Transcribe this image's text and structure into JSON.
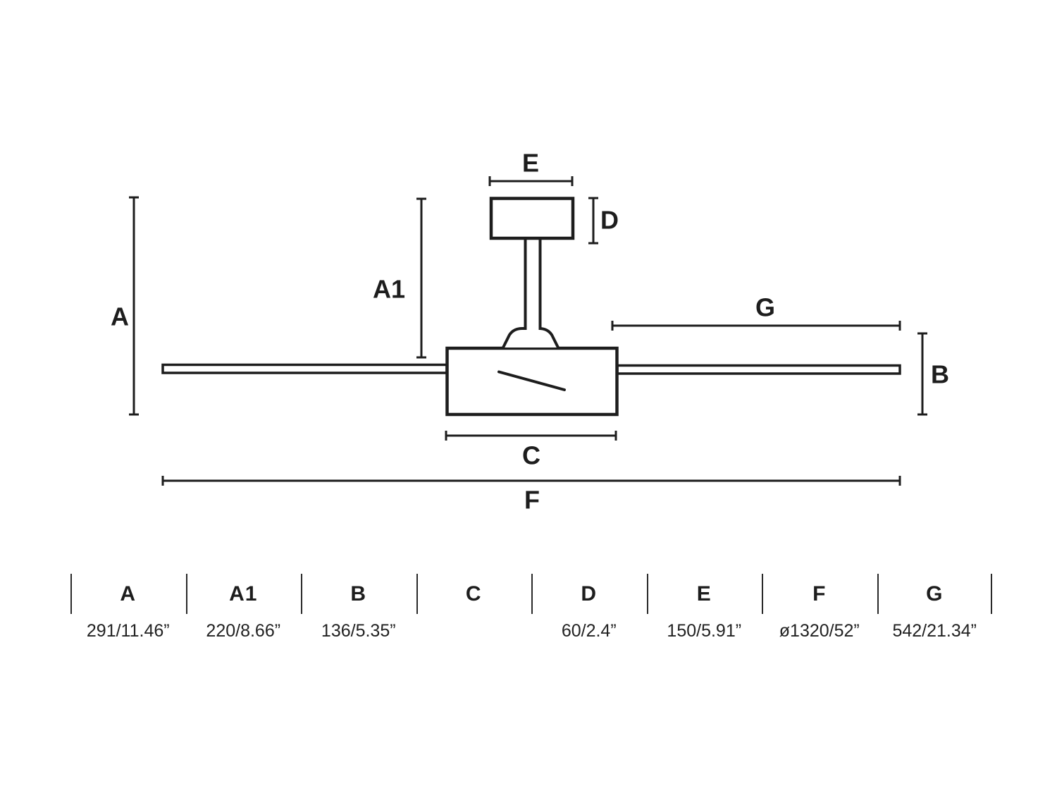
{
  "diagram": {
    "labels": {
      "a": "A",
      "a1": "A1",
      "b": "B",
      "c": "C",
      "d": "D",
      "e": "E",
      "f": "F",
      "g": "G"
    }
  },
  "table": {
    "columns": [
      {
        "label": "A",
        "value": "291/11.46”"
      },
      {
        "label": "A1",
        "value": "220/8.66”"
      },
      {
        "label": "B",
        "value": "136/5.35”"
      },
      {
        "label": "C",
        "value": ""
      },
      {
        "label": "D",
        "value": "60/2.4”"
      },
      {
        "label": "E",
        "value": "150/5.91”"
      },
      {
        "label": "F",
        "value": "ø1320/52”"
      },
      {
        "label": "G",
        "value": "542/21.34”"
      }
    ]
  },
  "colors": {
    "ink": "#1d1d1d",
    "background": "#ffffff"
  }
}
